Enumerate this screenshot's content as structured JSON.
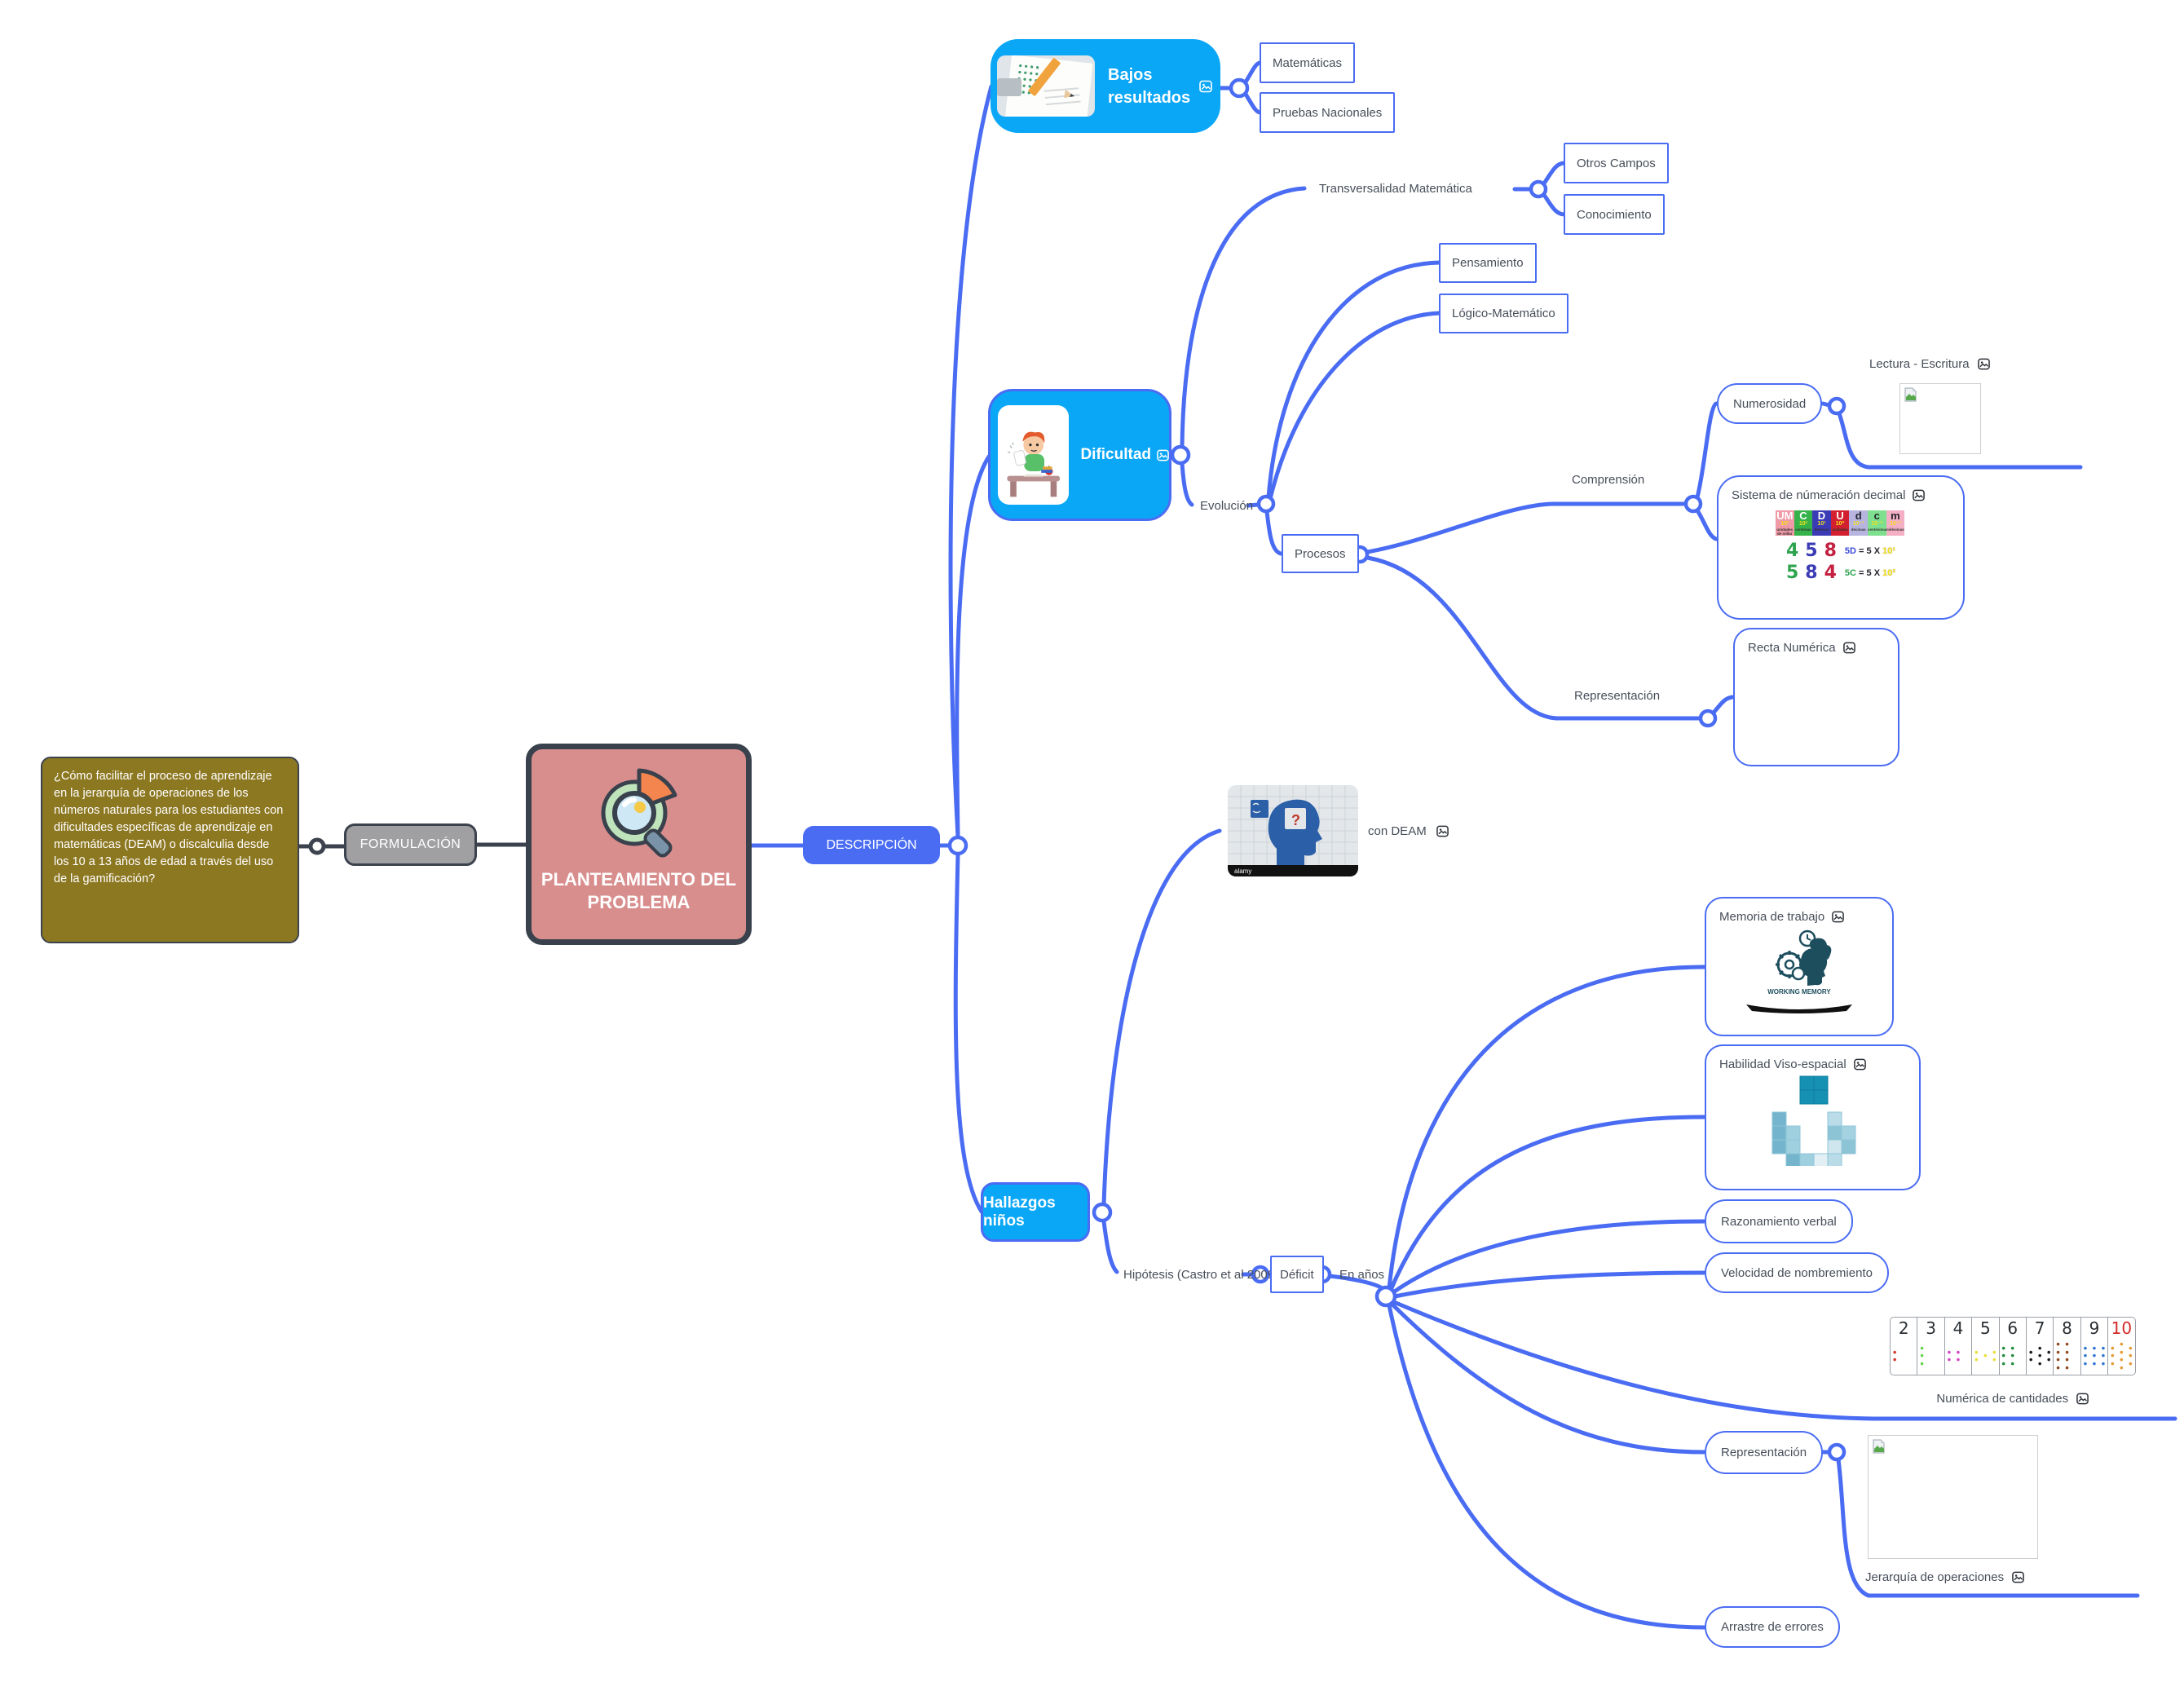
{
  "root": {
    "question": "¿Cómo facilitar el proceso de aprendizaje en la jerarquía de operaciones de los números naturales para los estudiantes con dificultades específicas de aprendizaje en matemáticas (DEAM) o discalculia desde los  10 a 13 años de edad   a través del uso de la gamificación?",
    "formulation": "FORMULACIÓN",
    "title": "PLANTEAMIENTO DEL PROBLEMA",
    "description": "DESCRIPCIÓN"
  },
  "colors": {
    "wire_blue": "#4a6cf3",
    "topic_fill": "#0ba7f7",
    "central_fill": "#d98e8e",
    "central_border": "#39414d",
    "question_fill": "#8d7822",
    "formulation_fill": "#a0a0a2",
    "text_gray": "#474e59"
  },
  "bajos": {
    "title": "Bajos resultados",
    "matematicas": "Matemáticas",
    "pruebas": "Pruebas Nacionales"
  },
  "dificultad": {
    "title": "Dificultad",
    "transversalidad": {
      "label": "Transversalidad Matemática",
      "otros": "Otros Campos",
      "conocimiento": "Conocimiento"
    },
    "evolucion": {
      "label": "Evolución",
      "pensamiento": "Pensamiento",
      "logico": "Lógico-Matemático",
      "procesos": {
        "label": "Procesos",
        "comprension": {
          "label": "Comprensión",
          "numerosidad": {
            "label": "Numerosidad",
            "lectura": "Lectura - Escritura"
          },
          "sistema": {
            "label": "Sistema de númeración decimal",
            "columns": [
              {
                "letter": "UM",
                "power": "10³",
                "word": "unidades de millar",
                "bg": "#ef9aa6"
              },
              {
                "letter": "C",
                "power": "10²",
                "word": "centenas",
                "bg": "#35b34a"
              },
              {
                "letter": "D",
                "power": "10¹",
                "word": "decenas",
                "bg": "#3b3bb5"
              },
              {
                "letter": "U",
                "power": "10⁰",
                "word": "unidades",
                "bg": "#d22030"
              },
              {
                "letter": "d",
                "power": "10⁻¹",
                "word": "décimas",
                "bg": "#b8b4e0"
              },
              {
                "letter": "c",
                "power": "10⁻²",
                "word": "centésimas",
                "bg": "#7ee08e"
              },
              {
                "letter": "m",
                "power": "10⁻³",
                "word": "milésimas",
                "bg": "#f4afc4"
              }
            ],
            "rows": [
              {
                "d1": "4",
                "d2": "5",
                "d3": "8",
                "eq_left": "5D",
                "eq_mid": " = 5 X ",
                "eq_exp": "10¹"
              },
              {
                "d1": "5",
                "d2": "8",
                "d3": "4",
                "eq_left": "5C",
                "eq_mid": " = 5 X ",
                "eq_exp": "10²"
              }
            ]
          }
        },
        "representacion": {
          "label": "Representación",
          "recta": "Recta Numérica"
        }
      }
    }
  },
  "hallazgos": {
    "title": "Hallazgos niños",
    "condeam": {
      "label": "con DEAM",
      "watermark": "alamy"
    },
    "hipotesis": {
      "label": "Hipótesis (Castro et al 2009)",
      "deficit": "Déficit",
      "enanos": "En años",
      "memoria": {
        "label": "Memoria de trabajo",
        "caption": "WORKING MEMORY"
      },
      "habilidad": "Habilidad Viso-espacial",
      "razonamiento": "Razonamiento verbal",
      "velocidad": "Velocidad de nombremiento",
      "numerica": {
        "label": "Numérica de cantidades",
        "cells": [
          {
            "n": "2",
            "cols": [
              "●●",
              "",
              ""
            ],
            "dot_color": "#d43a2a"
          },
          {
            "n": "3",
            "cols": [
              "●●●",
              "",
              ""
            ],
            "dot_color": "#66d34e"
          },
          {
            "n": "4",
            "cols": [
              "●●",
              "●●",
              ""
            ],
            "dot_color": "#d447c4"
          },
          {
            "n": "5",
            "cols": [
              "●●",
              "●",
              "●●"
            ],
            "dot_color": "#e7df3d"
          },
          {
            "n": "6",
            "cols": [
              "●●●",
              "●●●",
              ""
            ],
            "dot_color": "#1f8a3c"
          },
          {
            "n": "7",
            "cols": [
              "●●",
              "●●●",
              "●●"
            ],
            "dot_color": "#1a1a1a"
          },
          {
            "n": "8",
            "cols": [
              "●●●●",
              "●●●●",
              ""
            ],
            "dot_color": "#8f4a1f"
          },
          {
            "n": "9",
            "cols": [
              "●●●",
              "●●●",
              "●●●"
            ],
            "dot_color": "#2f76d2"
          },
          {
            "n": "10",
            "cols": [
              "●●●",
              "●●●●",
              "●●●"
            ],
            "dot_color": "#e59a33"
          }
        ]
      },
      "representacion": {
        "label": "Representación",
        "jerarquia": "Jerarquía de operaciones"
      },
      "arrastre": "Arrastre de errores"
    }
  }
}
